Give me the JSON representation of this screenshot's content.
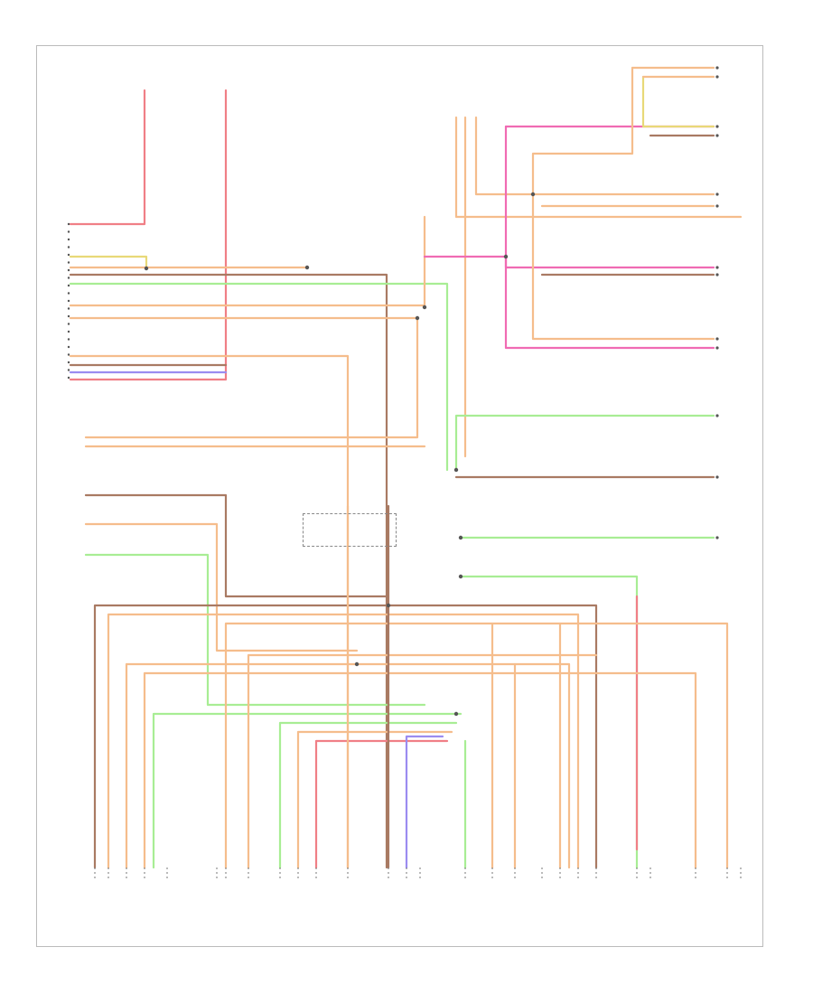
{
  "diagram": {
    "footer_code": "",
    "colors": {
      "red": "#f07f86",
      "orange": "#f5bd8c",
      "brown": "#a97a63",
      "green": "#a8ed94",
      "pink": "#f06bb3",
      "violet": "#9b8cf0",
      "grey": "#999999",
      "yellow": "#e8d978"
    },
    "top_labels": {
      "fuse_left": "",
      "fuse_right": "",
      "fuse_note": "",
      "cluster_top": ""
    },
    "components_right": [
      {
        "id": "driver-seat",
        "label": ""
      },
      {
        "id": "driver-door",
        "label": ""
      },
      {
        "id": "left-rear",
        "label": ""
      },
      {
        "id": "passenger-door",
        "label": ""
      },
      {
        "id": "right-rear",
        "label": ""
      },
      {
        "id": "parking",
        "label": ""
      },
      {
        "id": "climatronic",
        "label": ""
      },
      {
        "id": "convenience",
        "label": ""
      }
    ],
    "components_left": [
      {
        "id": "instrument-cluster",
        "label": ""
      },
      {
        "id": "radio",
        "label": ""
      },
      {
        "id": "steering-sensor",
        "label": ""
      }
    ],
    "bottom_modules": [
      {
        "id": "m1",
        "label": ""
      },
      {
        "id": "m2",
        "label": ""
      },
      {
        "id": "m3",
        "label": ""
      },
      {
        "id": "m4",
        "label": ""
      },
      {
        "id": "m5",
        "label": ""
      },
      {
        "id": "m6",
        "label": ""
      }
    ],
    "bottom_note": "",
    "center_block": {
      "label": ""
    }
  }
}
